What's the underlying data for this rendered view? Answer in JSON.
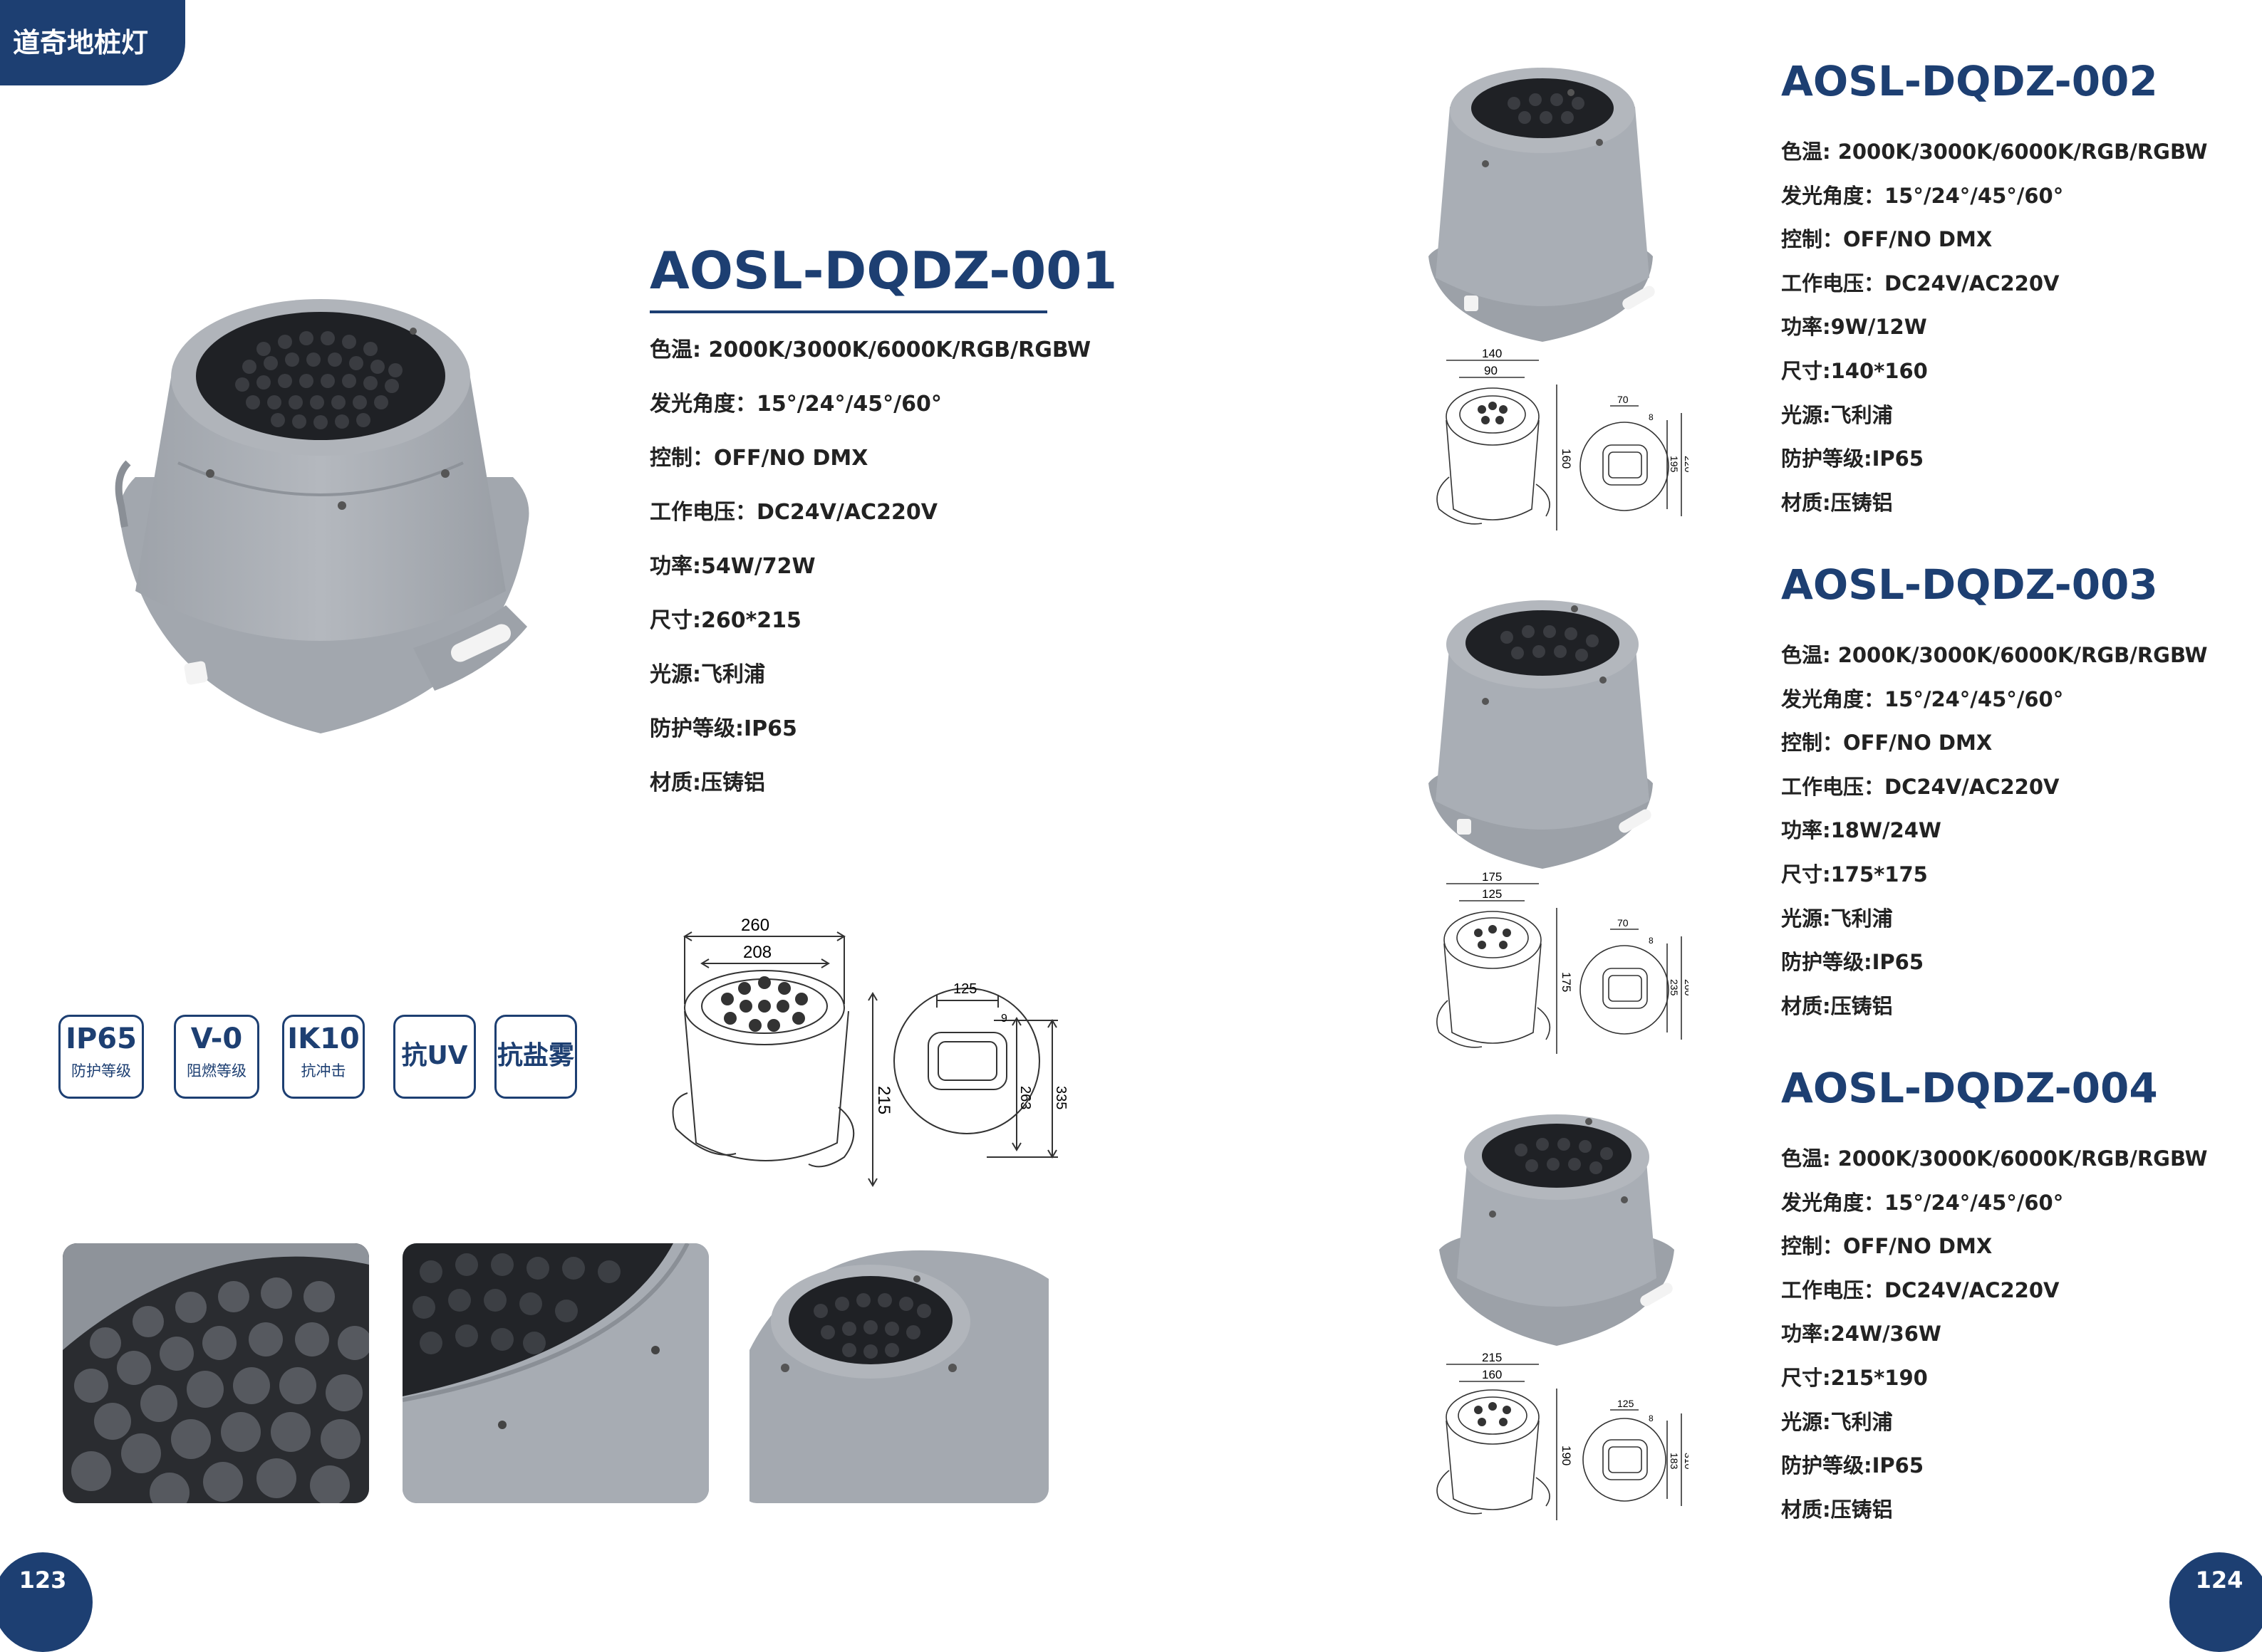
{
  "category": "道奇地桩灯",
  "pages": {
    "left": "123",
    "right": "124"
  },
  "badges": [
    {
      "big": "IP65",
      "small": "防护等级"
    },
    {
      "big": "V-0",
      "small": "阻燃等级"
    },
    {
      "big": "IK10",
      "small": "抗冲击"
    },
    {
      "big": "抗UV",
      "small": ""
    },
    {
      "big": "抗盐雾",
      "small": ""
    }
  ],
  "products": [
    {
      "model": "AOSL-DQDZ-001",
      "specs": [
        "色温: 2000K/3000K/6000K/RGB/RGBW",
        "发光角度：15°/24°/45°/60°",
        "控制：OFF/NO  DMX",
        "工作电压：DC24V/AC220V",
        "功率:54W/72W",
        "尺寸:260*215",
        "光源:飞利浦",
        "防护等级:IP65",
        "材质:压铸铝"
      ],
      "dims": {
        "top_outer": "260",
        "top_inner": "208",
        "height": "215",
        "module_w": "125",
        "module_gap": "9",
        "base_inner": "263",
        "base_outer": "335"
      }
    },
    {
      "model": "AOSL-DQDZ-002",
      "specs": [
        "色温: 2000K/3000K/6000K/RGB/RGBW",
        "发光角度：15°/24°/45°/60°",
        "控制：OFF/NO  DMX",
        "工作电压：DC24V/AC220V",
        "功率:9W/12W",
        "尺寸:140*160",
        "光源:飞利浦",
        "防护等级:IP65",
        "材质:压铸铝"
      ],
      "dims": {
        "top_outer": "140",
        "top_inner": "90",
        "height": "160",
        "module_w": "70",
        "module_gap": "8",
        "base_inner": "195",
        "base_outer": "220"
      }
    },
    {
      "model": "AOSL-DQDZ-003",
      "specs": [
        "色温: 2000K/3000K/6000K/RGB/RGBW",
        "发光角度：15°/24°/45°/60°",
        "控制：OFF/NO  DMX",
        "工作电压：DC24V/AC220V",
        "功率:18W/24W",
        "尺寸:175*175",
        "光源:飞利浦",
        "防护等级:IP65",
        "材质:压铸铝"
      ],
      "dims": {
        "top_outer": "175",
        "top_inner": "125",
        "height": "175",
        "module_w": "70",
        "module_gap": "8",
        "base_inner": "235",
        "base_outer": "260"
      }
    },
    {
      "model": "AOSL-DQDZ-004",
      "specs": [
        "色温: 2000K/3000K/6000K/RGB/RGBW",
        "发光角度：15°/24°/45°/60°",
        "控制：OFF/NO  DMX",
        "工作电压：DC24V/AC220V",
        "功率:24W/36W",
        "尺寸:215*190",
        "光源:飞利浦",
        "防护等级:IP65",
        "材质:压铸铝"
      ],
      "dims": {
        "top_outer": "215",
        "top_inner": "160",
        "height": "190",
        "module_w": "125",
        "module_gap": "8",
        "base_inner": "183",
        "base_outer": "310"
      }
    }
  ],
  "colors": {
    "brand": "#1d3f72",
    "housing": "#a7acb3",
    "lens": "#202226"
  }
}
